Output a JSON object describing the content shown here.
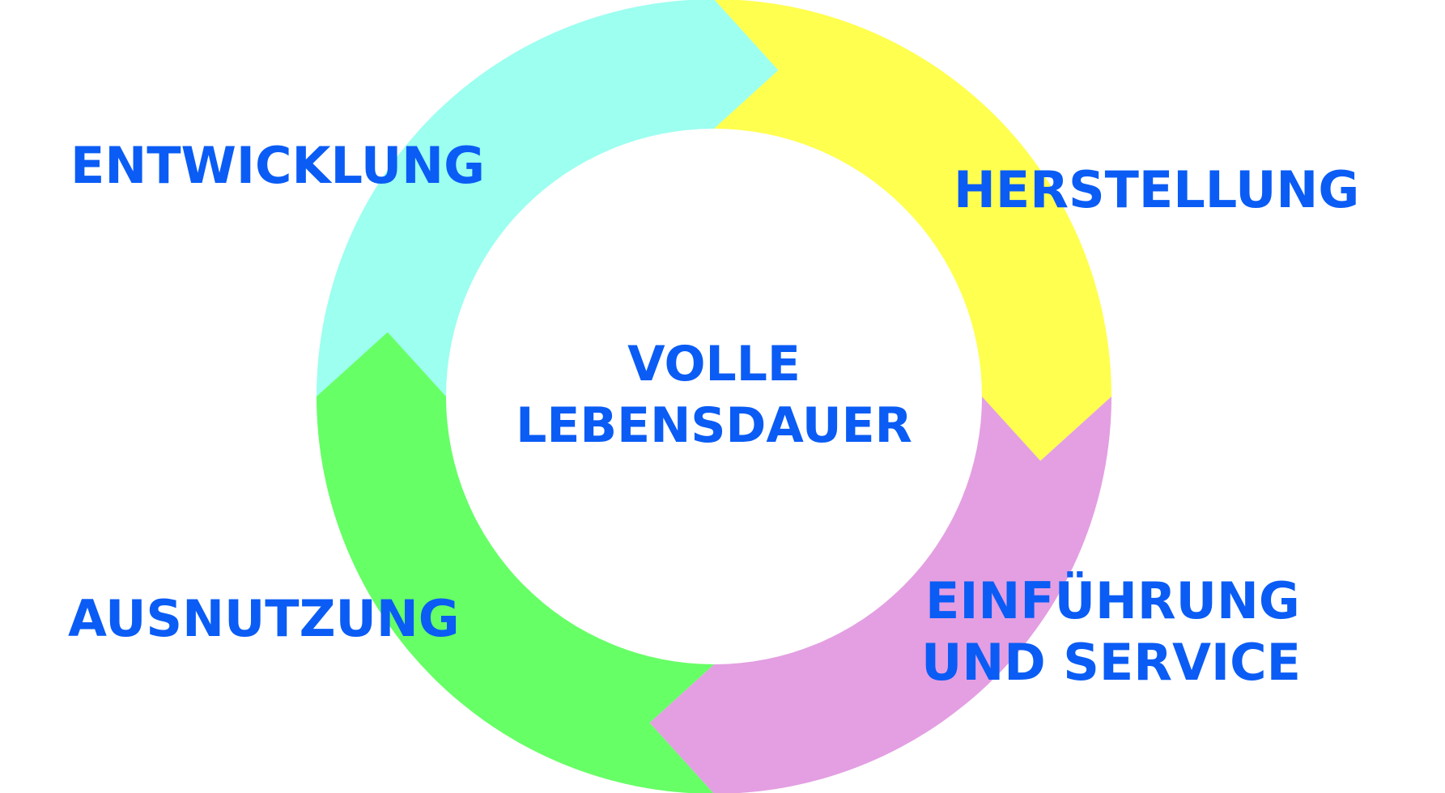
{
  "center": {
    "line1": "VOLLE",
    "line2": "LEBENSDAUER"
  },
  "stages": [
    {
      "label": "ENTWICKLUNG",
      "color": "#9cfff0"
    },
    {
      "label": "HERSTELLUNG",
      "color": "#ffff4f"
    },
    {
      "label_line1": "EINFÜHRUNG",
      "label_line2": "UND SERVICE",
      "color": "#e39fe2"
    },
    {
      "label": "AUSNUTZUNG",
      "color": "#66ff66"
    }
  ],
  "colors": {
    "text": "#0a5cf5",
    "background": "#ffffff"
  }
}
